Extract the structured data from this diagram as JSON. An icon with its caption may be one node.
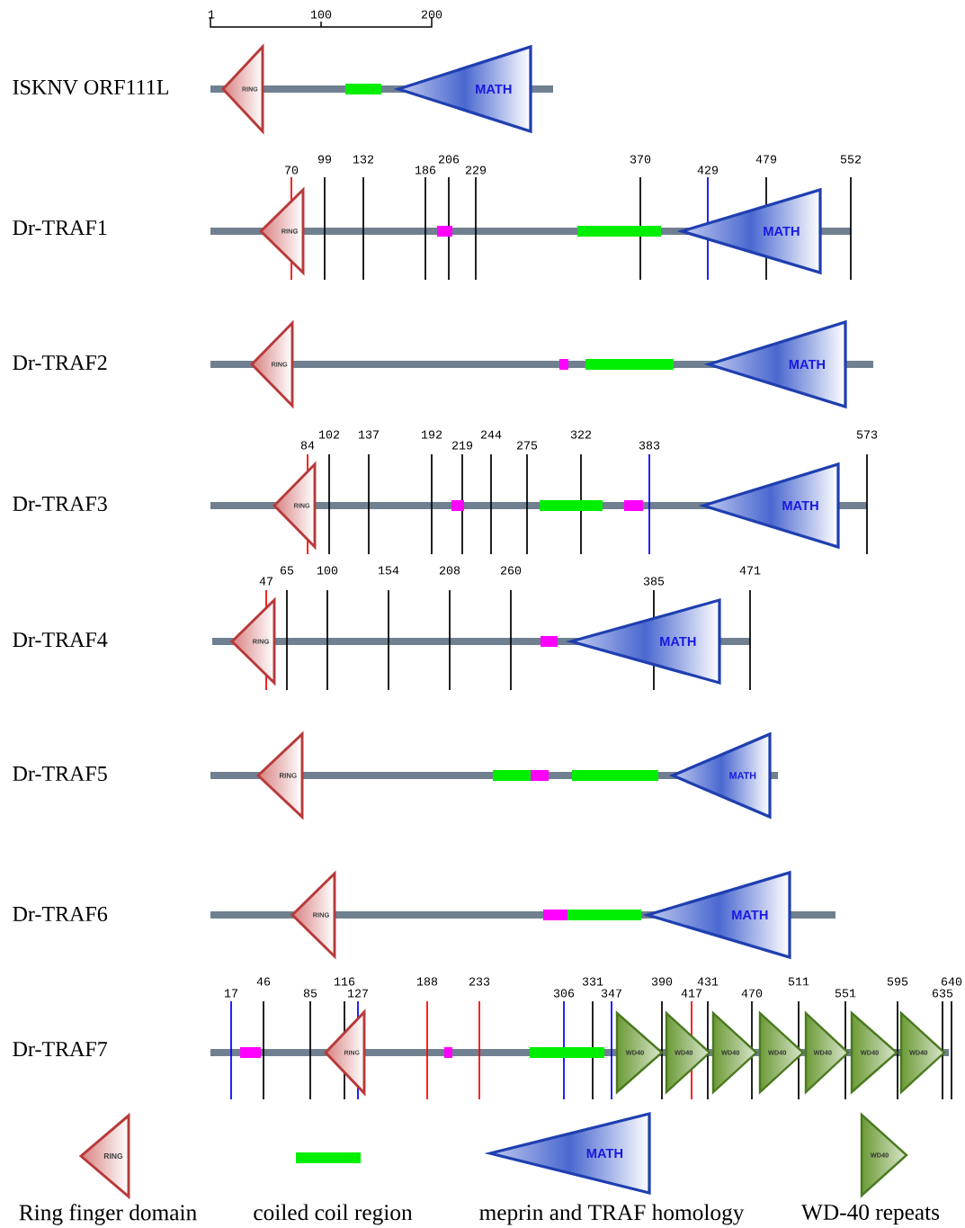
{
  "diagram": {
    "nodes": [
      {
        "text": [
          "RING"
        ]
      },
      {
        "text": [],
        "shape": "bar"
      },
      {
        "text": [
          "MATH"
        ]
      },
      {
        "text": [
          "RING"
        ]
      },
      {
        "text": [],
        "shape": "bar"
      },
      {
        "text": [],
        "shape": "bar"
      },
      {
        "text": [
          "MATH"
        ]
      },
      {
        "text": [
          "RING"
        ]
      },
      {
        "text": [],
        "shape": "bar"
      },
      {
        "text": [],
        "shape": "bar"
      },
      {
        "text": [
          "MATH"
        ]
      },
      {
        "text": [
          "RING"
        ]
      },
      {
        "text": [],
        "shape": "bar"
      },
      {
        "text": [],
        "shape": "bar"
      },
      {
        "text": [],
        "shape": "bar"
      },
      {
        "text": [
          "MATH"
        ]
      },
      {
        "text": [
          "RING"
        ]
      },
      {
        "text": [],
        "shape": "bar"
      },
      {
        "text": [
          "MATH"
        ]
      },
      {
        "text": [
          "RING"
        ]
      },
      {
        "text": [],
        "shape": "bar"
      },
      {
        "text": [],
        "shape": "bar"
      },
      {
        "text": [],
        "shape": "bar"
      },
      {
        "text": [
          "MATH"
        ]
      },
      {
        "text": [
          "RING"
        ]
      },
      {
        "text": [],
        "shape": "bar"
      },
      {
        "text": [],
        "shape": "bar"
      },
      {
        "text": [
          "MATH"
        ]
      },
      {
        "text": [],
        "shape": "bar"
      },
      {
        "text": [
          "RING"
        ]
      },
      {
        "text": [],
        "shape": "bar"
      },
      {
        "text": [],
        "shape": "bar"
      },
      {
        "text": [
          "WD40"
        ]
      },
      {
        "text": [
          "WD40"
        ]
      },
      {
        "text": [
          "WD40"
        ]
      },
      {
        "text": [
          "WD40"
        ]
      },
      {
        "text": [
          "WD40"
        ]
      },
      {
        "text": [
          "WD40"
        ]
      },
      {
        "text": [
          "WD40"
        ]
      },
      {
        "text": [
          "RING"
        ]
      },
      {
        "text": [
          "MATH"
        ]
      },
      {
        "text": [
          "WD40"
        ]
      }
    ],
    "labels": [
      "1",
      "100",
      "200",
      "ISKNV ORF111L",
      "70",
      "99",
      "132",
      "186",
      "206",
      "229",
      "370",
      "429",
      "479",
      "552",
      "Dr-TRAF1",
      "Dr-TRAF2",
      "84",
      "102",
      "137",
      "192",
      "219",
      "244",
      "275",
      "322",
      "383",
      "573",
      "Dr-TRAF3",
      "47",
      "65",
      "100",
      "154",
      "208",
      "260",
      "385",
      "471",
      "Dr-TRAF4",
      "Dr-TRAF5",
      "Dr-TRAF6",
      "17",
      "46",
      "85",
      "116",
      "127",
      "188",
      "233",
      "306",
      "331",
      "347",
      "390",
      "417",
      "431",
      "470",
      "511",
      "551",
      "595",
      "635",
      "640",
      "Dr-TRAF7"
    ],
    "legend": [
      {
        "text": "Ring finger domain"
      },
      {
        "text": "coiled coil region",
        "color": "#00ee00"
      },
      {
        "text": "meprin and TRAF homology"
      },
      {
        "text": "WD-40 repeats"
      }
    ]
  }
}
